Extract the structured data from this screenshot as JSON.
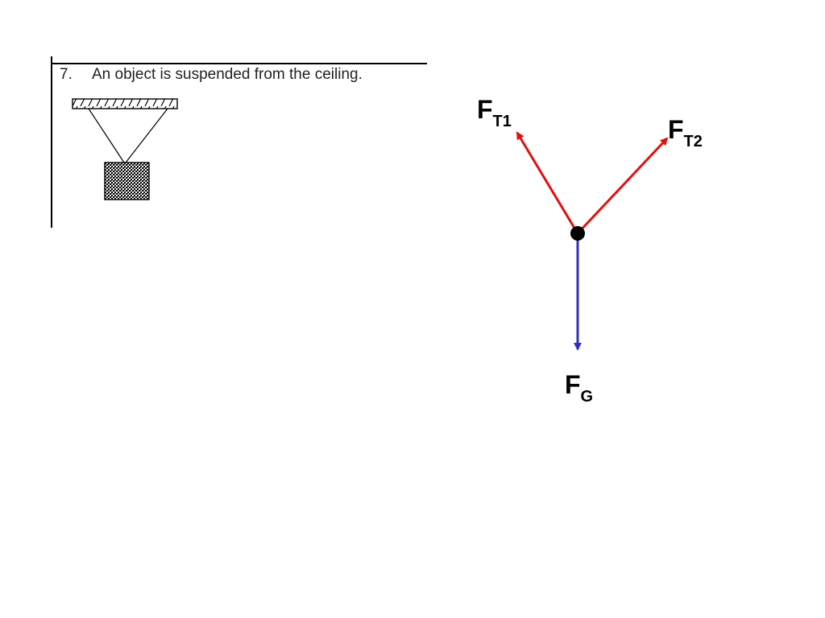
{
  "problem": {
    "number": "7.",
    "statement": "An object is suspended from the ceiling."
  },
  "diagram": {
    "forces": [
      {
        "id": "tension-1",
        "symbol": "F",
        "subscript": "T1",
        "color": "#e01010"
      },
      {
        "id": "tension-2",
        "symbol": "F",
        "subscript": "T2",
        "color": "#e01010"
      },
      {
        "id": "gravity",
        "symbol": "F",
        "subscript": "G",
        "color": "#3030c0"
      }
    ],
    "point_color": "#000000"
  }
}
